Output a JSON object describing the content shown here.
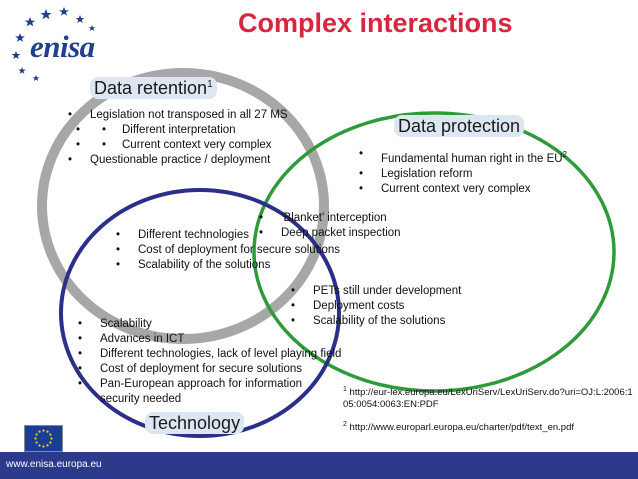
{
  "header": {
    "title": "Complex interactions",
    "logo_text": "enisa"
  },
  "colors": {
    "title": "#d7263d",
    "circle_retention": "#8a8a8a",
    "circle_protection": "#2e9a3a",
    "circle_technology": "#2b2f8a",
    "footer": "#2b3a8a"
  },
  "circles": {
    "retention": {
      "title": "Data retention",
      "footnote_ref": "1",
      "items": [
        {
          "text": "Legislation not transposed in all 27 MS",
          "level": 1
        },
        {
          "text": "Different interpretation",
          "level": 2
        },
        {
          "text": "Current context very complex",
          "level": 2
        },
        {
          "text": "Questionable practice / deployment",
          "level": 1
        }
      ]
    },
    "protection": {
      "title": "Data protection",
      "items": [
        {
          "text": "Fundamental human right in the EU",
          "sup": "2"
        },
        {
          "text": "Legislation reform"
        },
        {
          "text": "Current context very complex"
        }
      ]
    },
    "technology": {
      "title": "Technology",
      "items": [
        {
          "text": "Scalability"
        },
        {
          "text": "Advances in ICT"
        },
        {
          "text": "Different technologies, lack of level playing field"
        },
        {
          "text": "Cost of deployment for secure solutions"
        },
        {
          "text": "Pan-European approach for information"
        },
        {
          "text": "security needed",
          "continuation": true
        }
      ]
    }
  },
  "overlaps": {
    "retention_protection": [
      "‘Blanket’ interception",
      "Deep packet inspection"
    ],
    "retention_technology": [
      "Different technologies",
      "Cost of deployment for secure solutions",
      "Scalability of the solutions"
    ],
    "protection_technology": [
      "PETs still under development",
      "Deployment costs",
      "Scalability of the solutions"
    ]
  },
  "footnotes": [
    {
      "num": "1",
      "text": "http://eur-lex.europa.eu/LexUriServ/LexUriServ.do?uri=OJ:L:2006:105:0054:0063:EN:PDF"
    },
    {
      "num": "2",
      "text": "http://www.europarl.europa.eu/charter/pdf/text_en.pdf"
    }
  ],
  "footer": {
    "url": "www.enisa.europa.eu"
  }
}
